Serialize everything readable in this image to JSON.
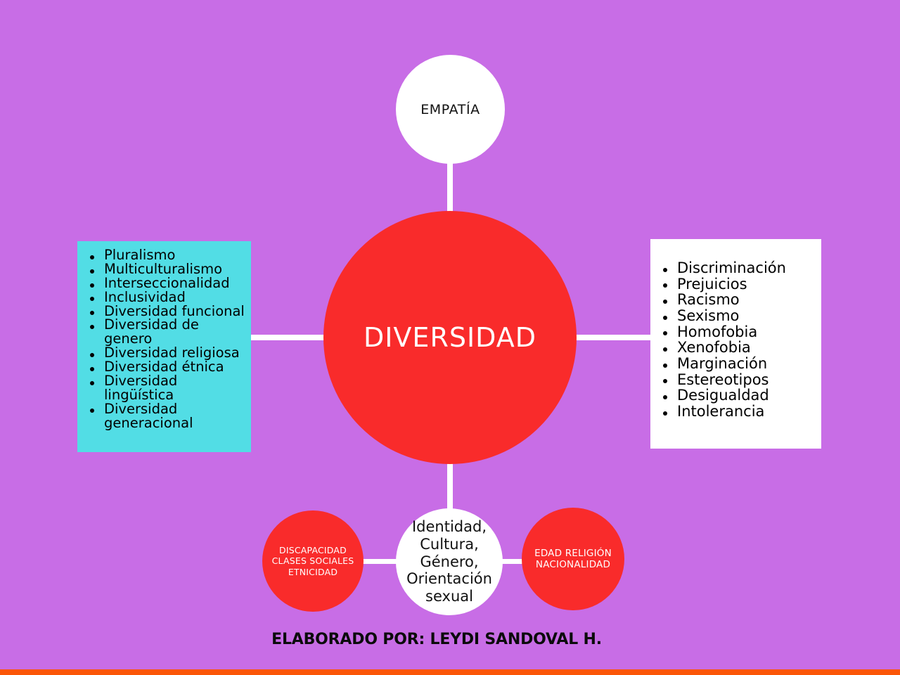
{
  "theme": {
    "background": "#c86de6",
    "accent_red": "#f92b2b",
    "accent_cyan": "#52dde5",
    "panel_white": "#ffffff",
    "bottom_bar": "#fb5607",
    "connector": "#ffffff"
  },
  "center": {
    "label": "DIVERSIDAD"
  },
  "top_node": {
    "label": "EMPATÍA"
  },
  "left_panel": {
    "items": [
      "Pluralismo",
      "Multiculturalismo",
      "Interseccionalidad",
      "Inclusividad",
      "Diversidad funcional",
      "Diversidad de genero",
      "Diversidad religiosa",
      "Diversidad étnica",
      "Diversidad lingüística",
      "Diversidad generacional"
    ]
  },
  "right_panel": {
    "items": [
      "Discriminación",
      "Prejuicios",
      "Racismo",
      "Sexismo",
      "Homofobia",
      "Xenofobia",
      "Marginación",
      "Estereotipos",
      "Desigualdad",
      "Intolerancia"
    ]
  },
  "bottom_center_node": {
    "label": "Identidad, Cultura, Género, Orientación sexual"
  },
  "bottom_left_node": {
    "label": "DISCAPACIDAD CLASES SOCIALES ETNICIDAD"
  },
  "bottom_right_node": {
    "label": "EDAD RELIGIÓN NACIONALIDAD"
  },
  "footer": {
    "credit": "ELABORADO POR: LEYDI SANDOVAL H."
  }
}
